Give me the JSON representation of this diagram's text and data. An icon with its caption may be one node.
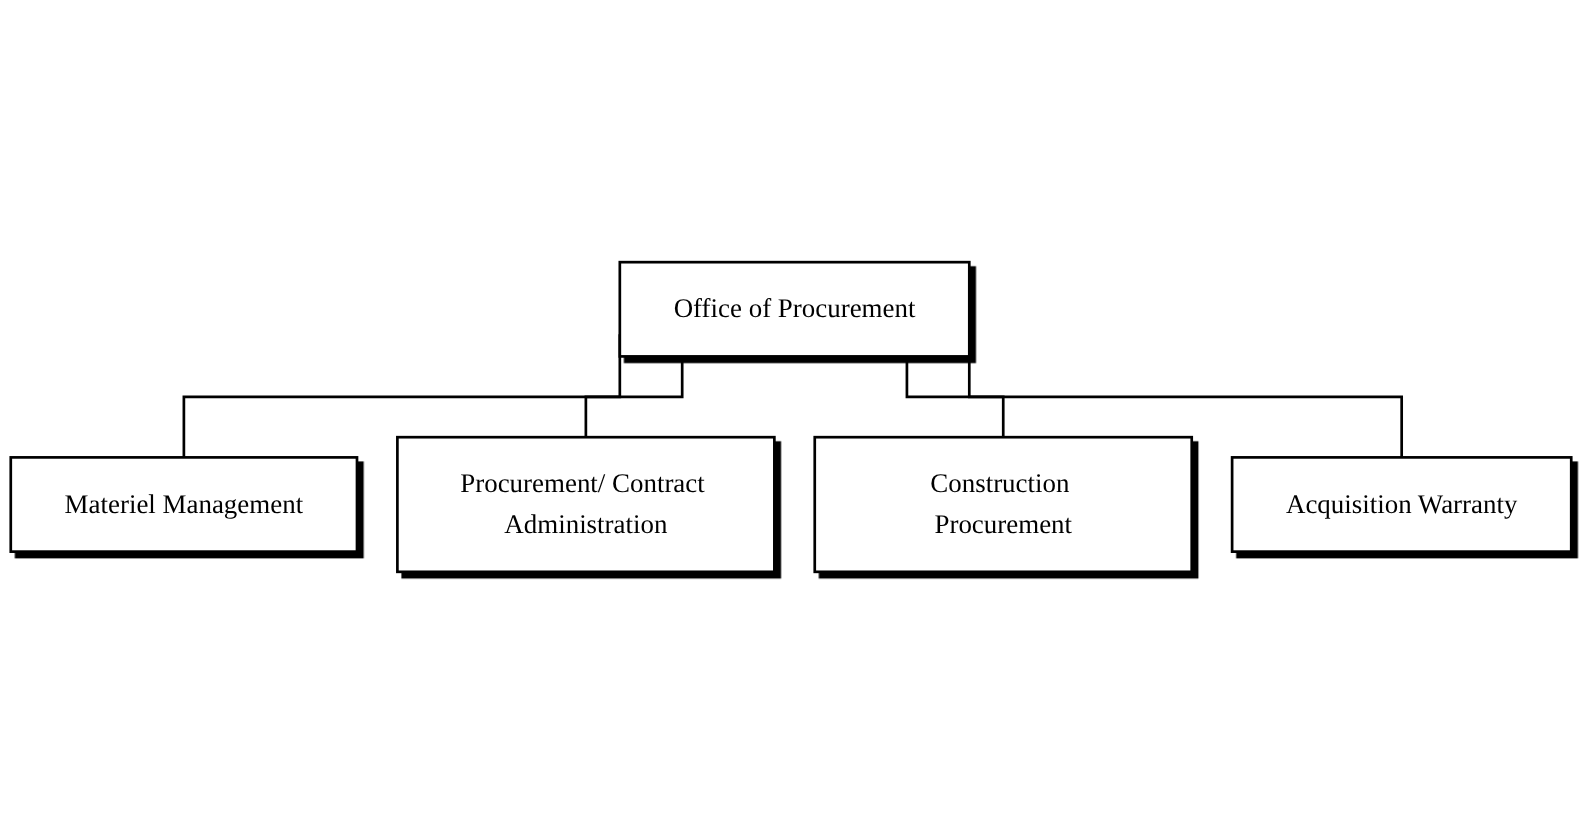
{
  "diagram": {
    "nodes": [
      {
        "text": [
          "Office of Procurement"
        ]
      },
      {
        "text": [
          "Materiel Management"
        ]
      },
      {
        "text": [
          "Procurement/ Contract Administration"
        ]
      },
      {
        "text": [
          "Construction Procurement"
        ]
      },
      {
        "text": [
          "Acquisition Warranty"
        ]
      }
    ],
    "edges": [
      {
        "from": 0,
        "to": 1,
        "arrow": "none"
      },
      {
        "from": 0,
        "to": 2,
        "arrow": "none"
      },
      {
        "from": 0,
        "to": 3,
        "arrow": "none"
      },
      {
        "from": 0,
        "to": 4,
        "arrow": "none"
      }
    ]
  }
}
